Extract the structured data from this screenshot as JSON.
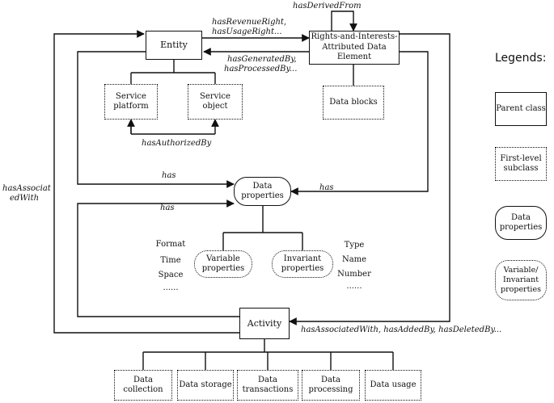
{
  "nodes": {
    "entity": "Entity",
    "rights": "Rights-and-Interests-Attributed Data Element",
    "service_platform": "Service platform",
    "service_object": "Service object",
    "data_blocks": "Data blocks",
    "data_properties": "Data properties",
    "variable_properties": "Variable properties",
    "invariant_properties": "Invariant properties",
    "activity": "Activity",
    "data_collection": "Data collection",
    "data_storage": "Data storage",
    "data_transactions": "Data transactions",
    "data_processing": "Data processing",
    "data_usage": "Data usage"
  },
  "edges": {
    "has_derived_from": "hasDerivedFrom",
    "has_revenue_right_1": "hasRevenueRight,",
    "has_revenue_right_2": "hasUsageRight...",
    "has_generated_by_1": "hasGeneratedBy,",
    "has_generated_by_2": "hasProcessedBy...",
    "has_authorized_by": "hasAuthorizedBy",
    "has_1": "has",
    "has_2": "has",
    "has_3": "has",
    "has_associated_with_1": "hasAssociat",
    "has_associated_with_2": "edWith",
    "activity_relations": "hasAssociatedWith, hasAddedBy, hasDeletedBy..."
  },
  "variable_examples": [
    "Format",
    "Time",
    "Space",
    "......"
  ],
  "invariant_examples": [
    "Type",
    "Name",
    "Number",
    "......"
  ],
  "legend": {
    "title": "Legends:",
    "parent_class": "Parent class",
    "first_level_subclass": "First-level subclass",
    "data_properties": "Data properties",
    "variable_invariant": "Variable/ Invariant properties"
  }
}
